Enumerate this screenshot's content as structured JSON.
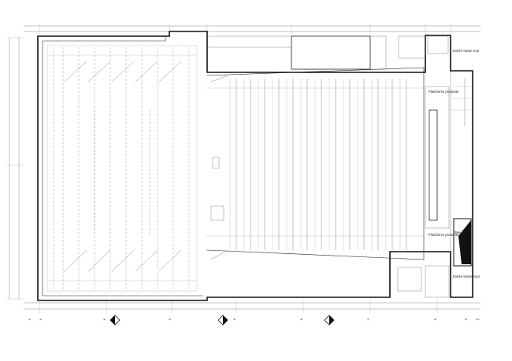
{
  "labels": {
    "entree_haute_cour": "Entrée haute cour",
    "plateforme_pivotante_top": "Plateforme pivotante",
    "plateforme_pivotante_bottom": "Plateforme pivotante",
    "entree_basse_cour": "Entrée basse cour",
    "baie_cvc": "Baie CVC"
  },
  "grid_axes": [
    {
      "id": "a1",
      "label": "(1)"
    },
    {
      "id": "a2",
      "label": "(2)"
    },
    {
      "id": "a3",
      "label": "(3)"
    },
    {
      "id": "a4",
      "label": "(4)"
    },
    {
      "id": "a5",
      "label": "(5)"
    },
    {
      "id": "a6",
      "label": "(6)"
    },
    {
      "id": "a7",
      "label": "(7)"
    },
    {
      "id": "a8",
      "label": "(8)"
    },
    {
      "id": "a9",
      "label": "(9)"
    },
    {
      "id": "a10",
      "label": "(10)"
    }
  ],
  "colors": {
    "line": "#222222",
    "fill_dark": "#111111",
    "background": "#ffffff"
  },
  "icons": [
    "section-arrow-icon",
    "section-arrow-icon",
    "section-arrow-icon"
  ]
}
